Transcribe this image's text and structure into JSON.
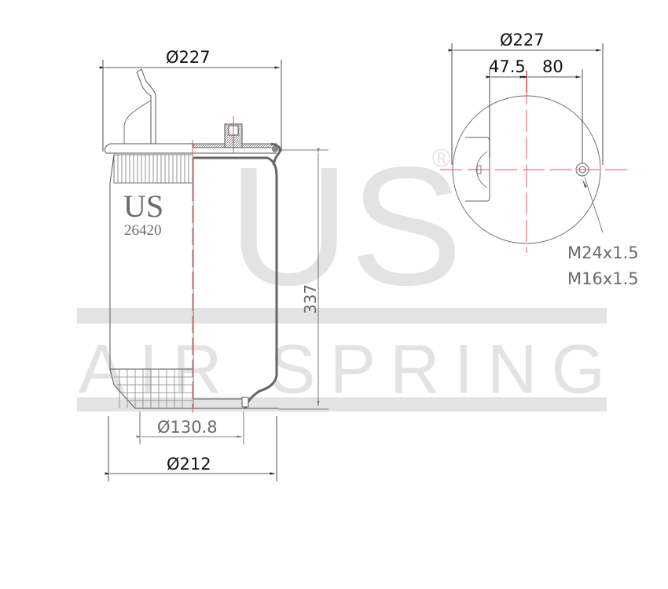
{
  "drawing": {
    "type": "air spring technical drawing",
    "watermark": {
      "brand": "US",
      "registered_mark": "®",
      "tagline": "AIR SPRING",
      "color": "#e3e3e3"
    },
    "part_label": {
      "brand": "US",
      "part_number": "26420"
    },
    "side_view": {
      "top_diameter": "Ø227",
      "height": "337",
      "piston_diameter": "Ø130.8",
      "bottom_diameter": "Ø212"
    },
    "top_view": {
      "diameter": "Ø227",
      "offset_left": "47.5",
      "offset_right": "80",
      "threads": [
        "M24x1.5",
        "M16x1.5"
      ]
    },
    "colors": {
      "line": "#555555",
      "centerline": "#e05a5a",
      "dimension_text": "#111111"
    }
  }
}
